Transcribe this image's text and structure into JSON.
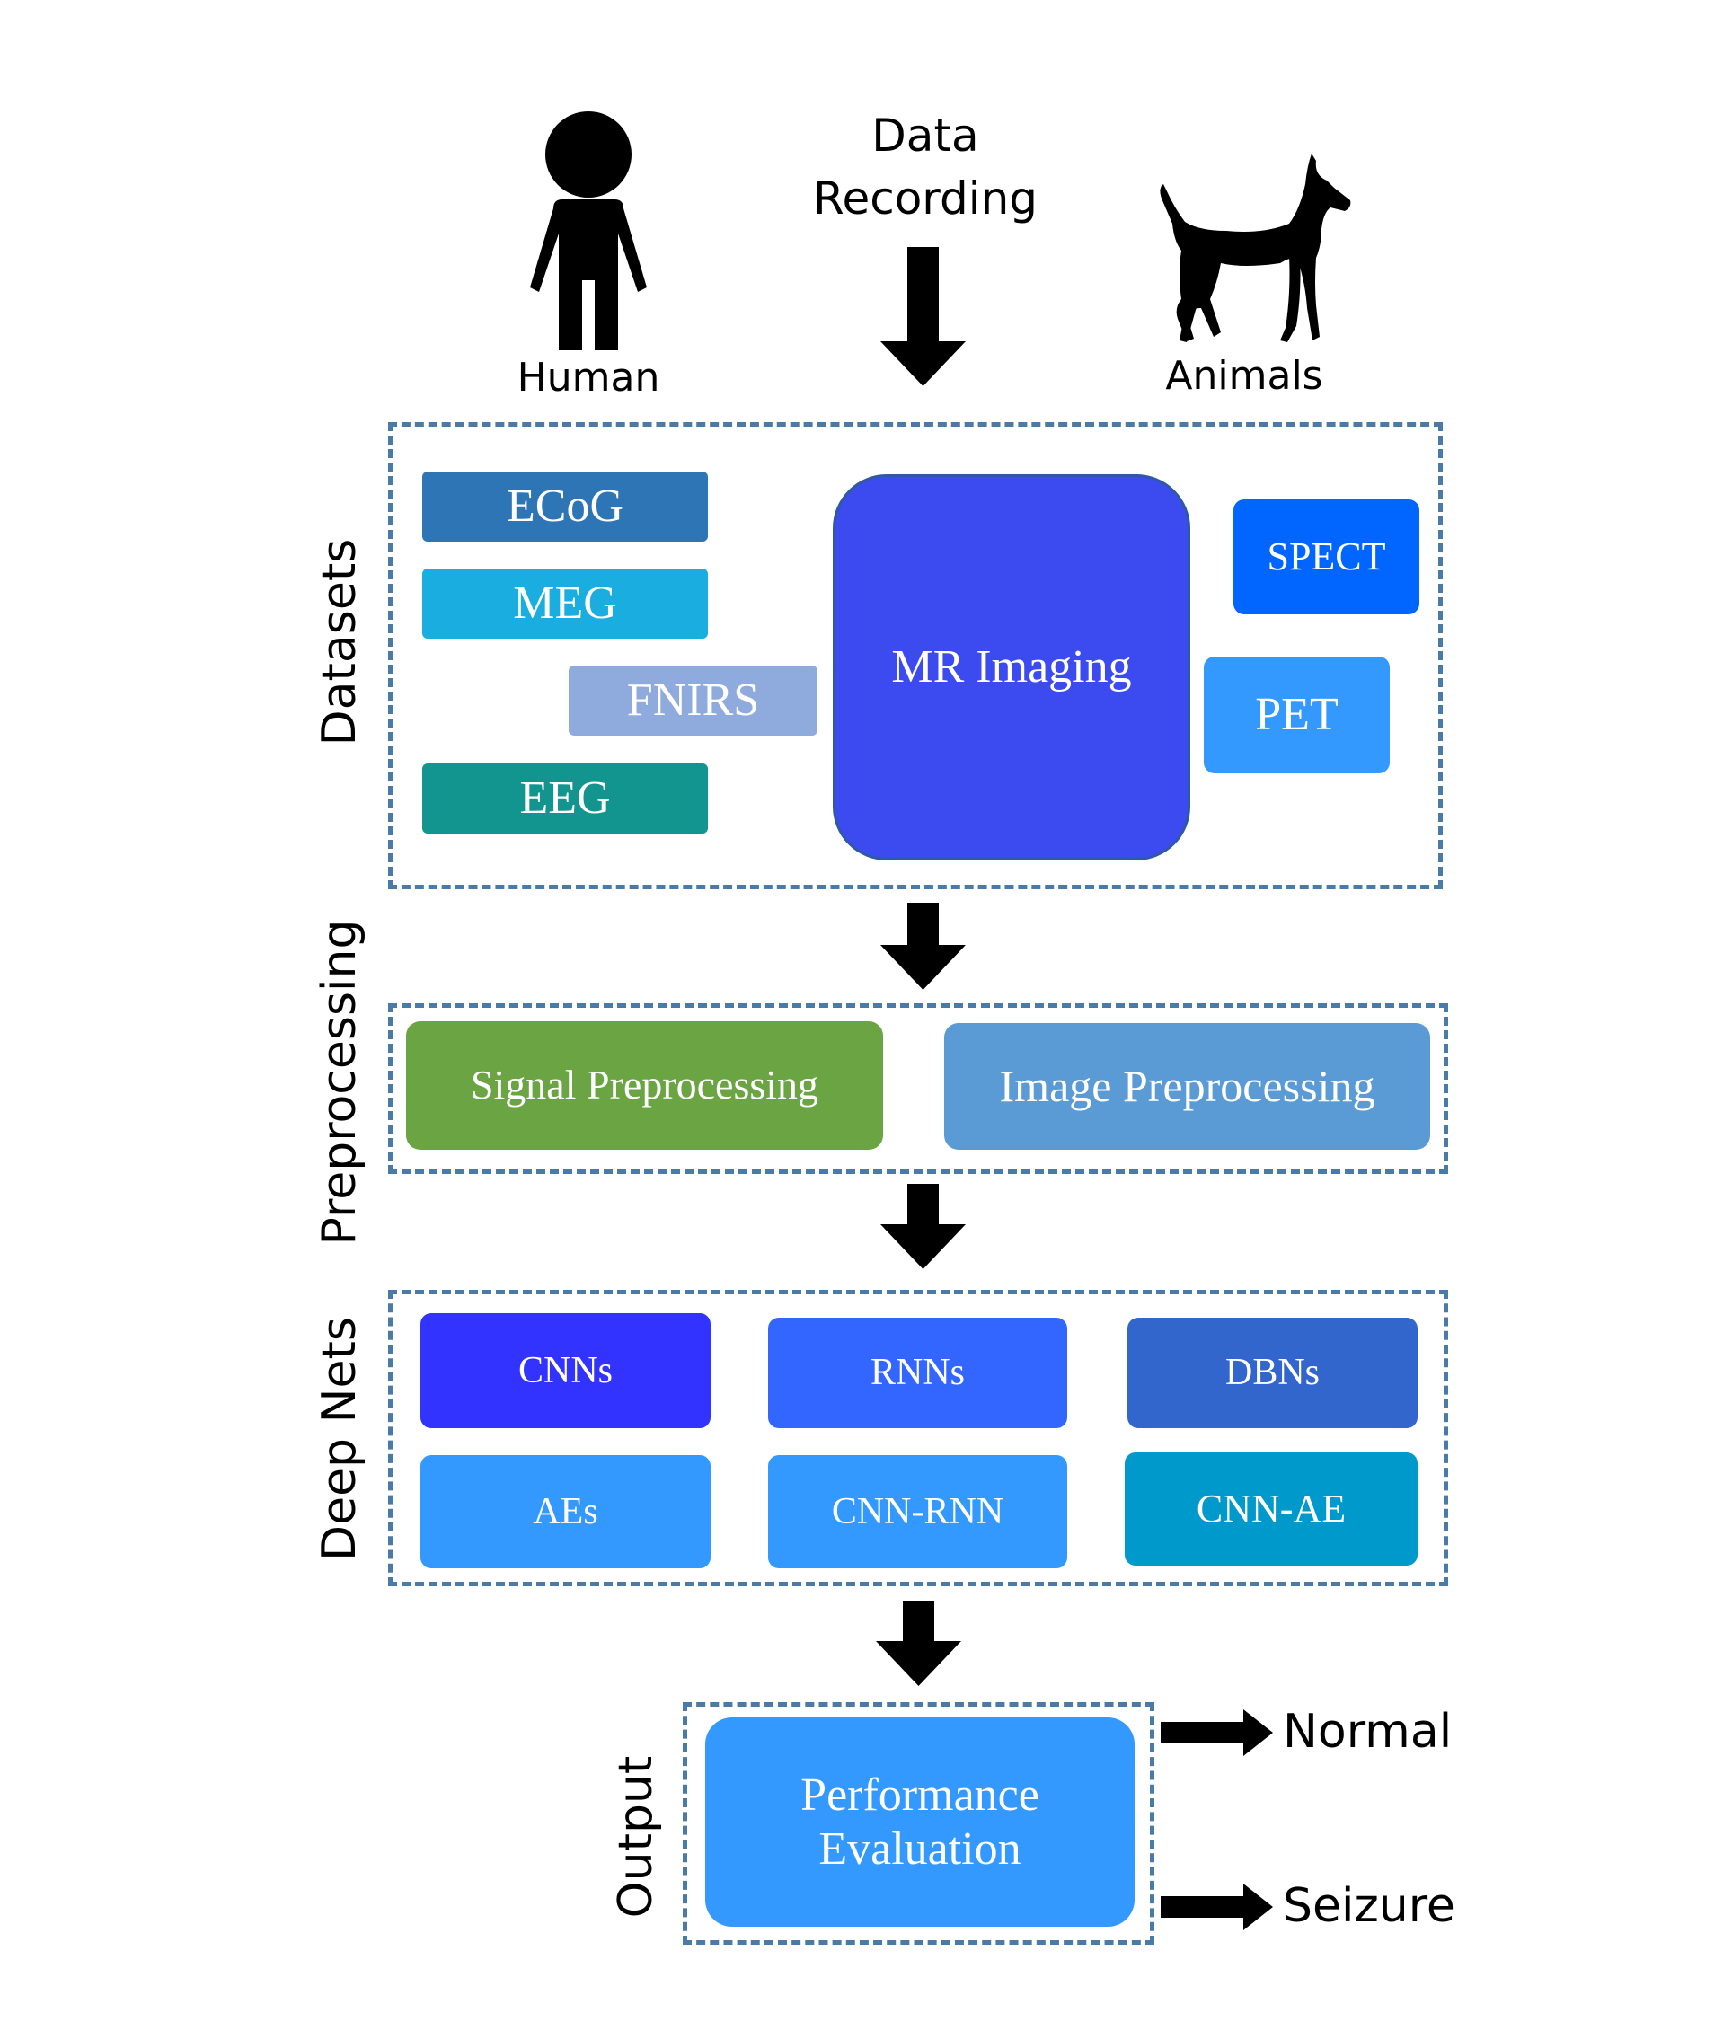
{
  "header": {
    "center_title_line1": "Data",
    "center_title_line2": "Recording",
    "left_label": "Human",
    "right_label": "Animals"
  },
  "icons": {
    "human": "person-icon",
    "animal": "dog-icon",
    "arrows": "arrow-down-icon / arrow-right-icon"
  },
  "sections": {
    "datasets": "Datasets",
    "preprocessing": "Preprocessing",
    "deep_nets": "Deep Nets",
    "output": "Output"
  },
  "datasets": {
    "ecog": "ECoG",
    "meg": "MEG",
    "fnirs": "FNIRS",
    "eeg": "EEG",
    "mr": "MR Imaging",
    "spect": "SPECT",
    "pet": "PET"
  },
  "preprocessing": {
    "signal": "Signal Preprocessing",
    "image": "Image Preprocessing"
  },
  "deep_nets": {
    "cnns": "CNNs",
    "rnns": "RNNs",
    "dbns": "DBNs",
    "aes": "AEs",
    "cnn_rnn": "CNN-RNN",
    "cnn_ae": "CNN-AE"
  },
  "output": {
    "box_line1": "Performance",
    "box_line2": "Evaluation",
    "normal": "Normal",
    "seizure": "Seizure"
  },
  "colors": {
    "ecog": "#2e75b6",
    "meg": "#1aaee0",
    "fnirs": "#8faadc",
    "eeg": "#12958f",
    "mr": "#3c4bf0",
    "spect": "#0066ff",
    "pet": "#3399ff",
    "signal": "#6aa443",
    "image": "#5b9bd5",
    "cnns": "#3333ff",
    "rnns": "#3366ff",
    "dbns": "#3366cc",
    "aes": "#3399ff",
    "cnn_rnn": "#3399ff",
    "cnn_ae": "#0099cc",
    "perf": "#3399ff",
    "dash": "#4a7aa8"
  }
}
